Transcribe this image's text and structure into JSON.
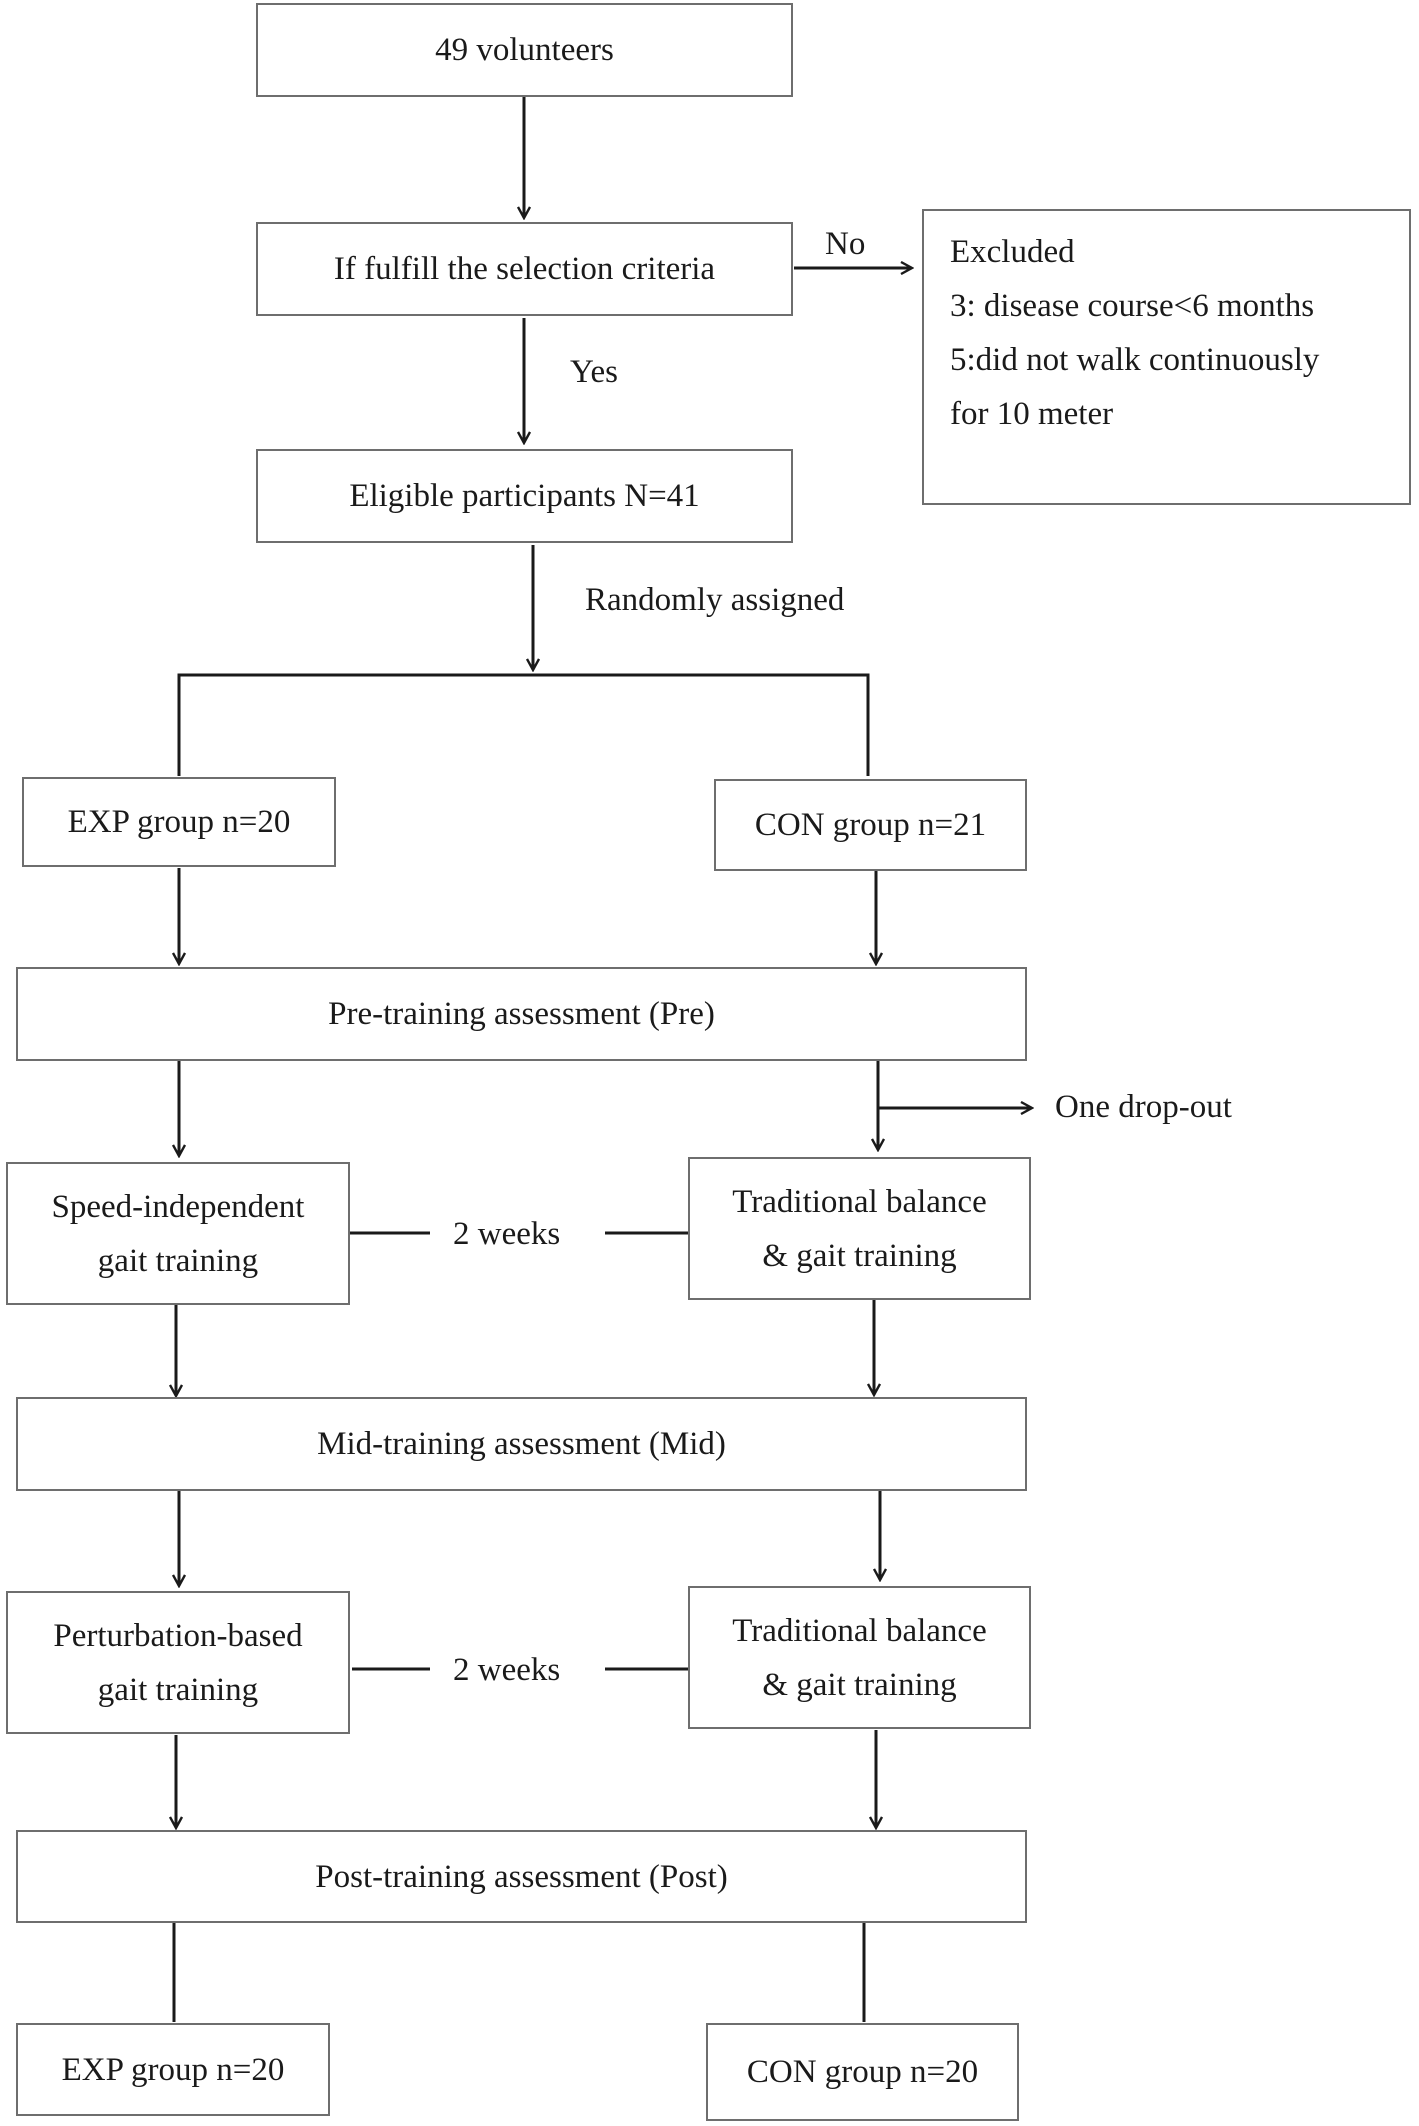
{
  "nodes": {
    "volunteers": "49 volunteers",
    "criteria": "If fulfill the selection criteria",
    "excluded": [
      "Excluded",
      "3: disease course<6 months",
      "5:did not walk continuously",
      "for 10 meter"
    ],
    "eligible": "Eligible participants N=41",
    "exp_group": "EXP group n=20",
    "con_group": "CON group n=21",
    "pre": "Pre-training assessment (Pre)",
    "speed": [
      "Speed-independent",
      "gait training"
    ],
    "trad1": [
      "Traditional balance",
      "& gait training"
    ],
    "mid": "Mid-training assessment (Mid)",
    "perturb": [
      "Perturbation-based",
      "gait training"
    ],
    "trad2": [
      "Traditional balance",
      "& gait training"
    ],
    "post": "Post-training assessment (Post)",
    "exp_final": "EXP group n=20",
    "con_final": "CON group n=20"
  },
  "labels": {
    "no": "No",
    "yes": "Yes",
    "random": "Randomly assigned",
    "dropout": "One drop-out",
    "weeks1": "2 weeks",
    "weeks2": "2 weeks"
  },
  "colors": {
    "line": "#1a1a1a",
    "border": "#6e6e6e",
    "text": "#1a1a1a"
  }
}
